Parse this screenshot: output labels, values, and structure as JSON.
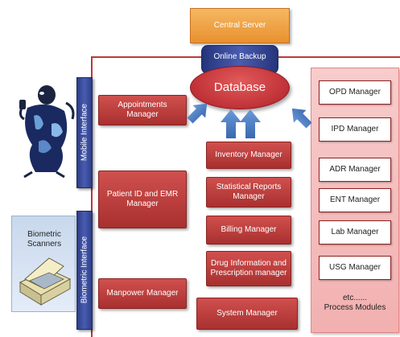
{
  "central_server": "Central Server",
  "online_backup": "Online Backup",
  "database": "Database",
  "mobile_interface": "Mobile Interface",
  "biometric_interface": "Biometric Interface",
  "biometric_scanners": "Biometric\nScanners",
  "left_modules": [
    {
      "label": "Appointments\nManager"
    },
    {
      "label": "Patient ID and  EMR\nManager"
    },
    {
      "label": "Manpower Manager"
    }
  ],
  "center_modules": [
    {
      "label": "Inventory Manager"
    },
    {
      "label": "Statistical Reports\nManager"
    },
    {
      "label": "Billing Manager"
    },
    {
      "label": "Drug Information and\nPrescription manager"
    },
    {
      "label": "System Manager"
    }
  ],
  "process_modules": [
    {
      "label": "OPD Manager"
    },
    {
      "label": "IPD Manager"
    },
    {
      "label": "ADR Manager"
    },
    {
      "label": "ENT Manager"
    },
    {
      "label": "Lab Manager"
    },
    {
      "label": "USG Manager"
    }
  ],
  "process_footer": "etc......\nProcess Modules",
  "colors": {
    "central_server": "#f0a040",
    "database": "#c8303a",
    "online_backup": "#2c3e88",
    "module_red": "#b83a38",
    "process_panel": "#f6c2c2",
    "arrow_blue": "#4a7ec8",
    "frame_line": "#b83a38"
  }
}
